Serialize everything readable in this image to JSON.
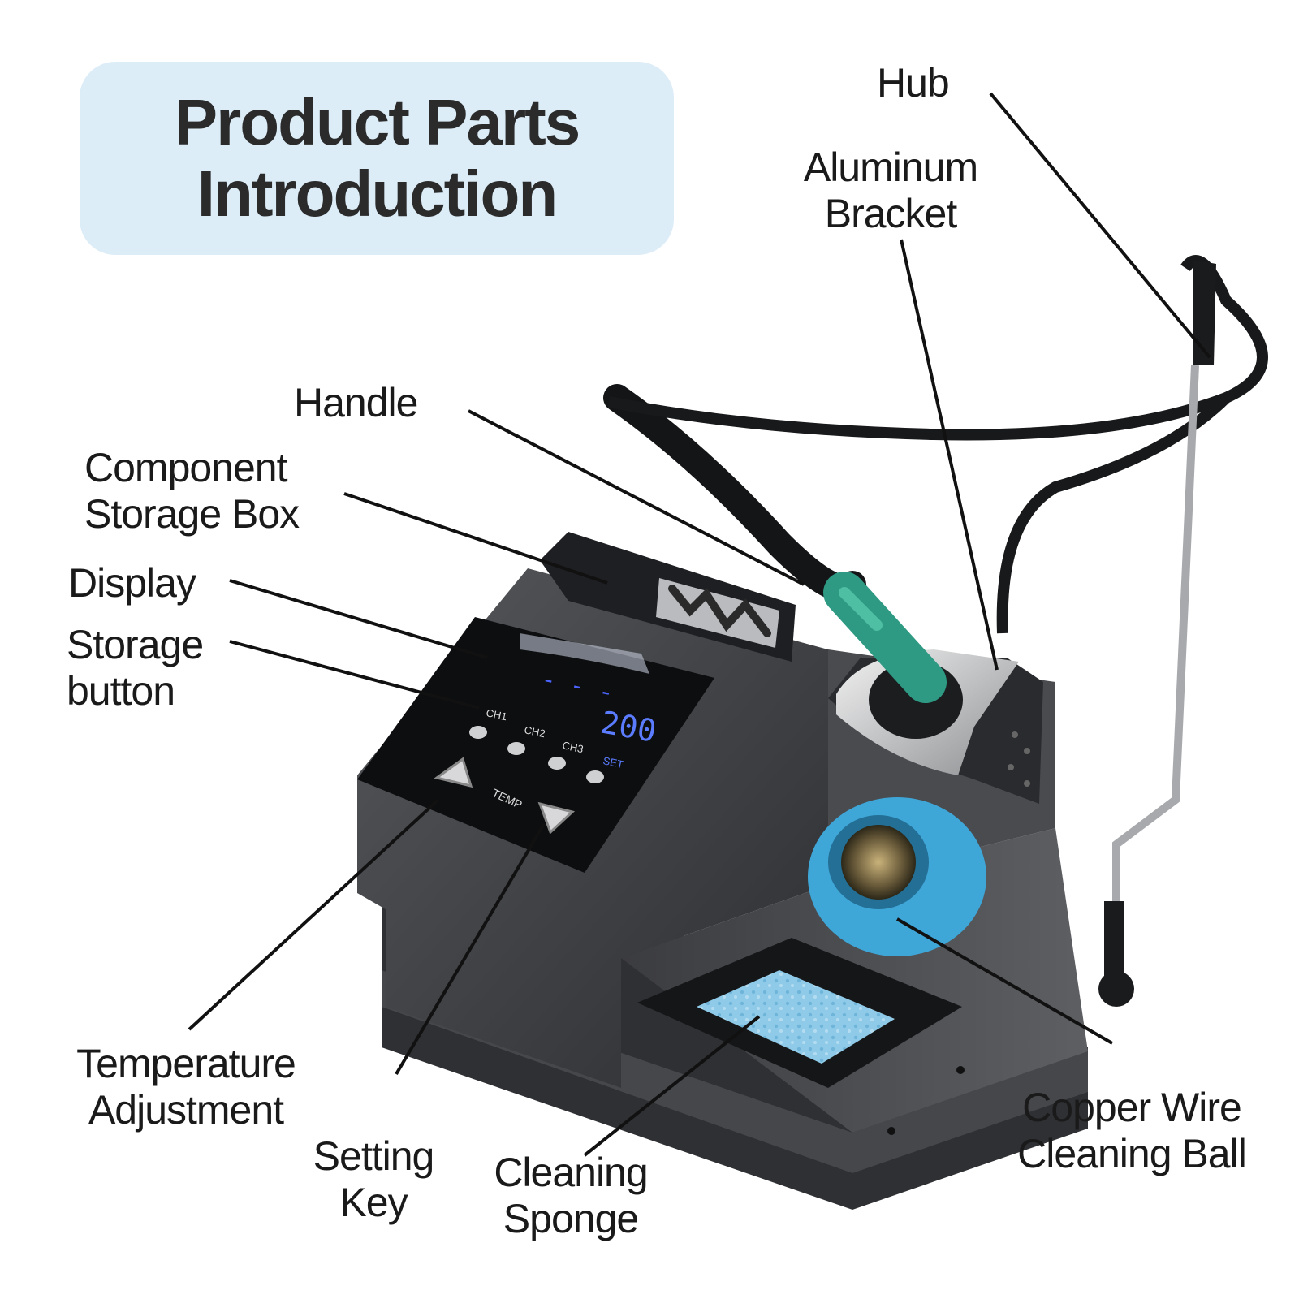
{
  "title": {
    "line1": "Product Parts",
    "line2": "Introduction"
  },
  "labels": {
    "hub": "Hub",
    "aluminum_bracket": {
      "line1": "Aluminum",
      "line2": "Bracket"
    },
    "handle": "Handle",
    "component_storage_box": {
      "line1": "Component",
      "line2": "Storage Box"
    },
    "display": "Display",
    "storage_button": {
      "line1": "Storage",
      "line2": "button"
    },
    "temperature_adjustment": {
      "line1": "Temperature",
      "line2": "Adjustment"
    },
    "setting_key": {
      "line1": "Setting",
      "line2": "Key"
    },
    "cleaning_sponge": {
      "line1": "Cleaning",
      "line2": "Sponge"
    },
    "copper_wire_cleaning_ball": {
      "line1": "Copper Wire",
      "line2": "Cleaning Ball"
    }
  },
  "panel": {
    "ch1": "CH1",
    "ch2": "CH2",
    "ch3": "CH3",
    "set": "SET",
    "temp": "TEMP",
    "readout": "200",
    "dashes": "- - -"
  },
  "colors": {
    "title_bg": "#dcedf8",
    "body_dark": "#3a3b3e",
    "grip_green": "#2f9a84",
    "sponge_blue": "#86c6e6",
    "holder_blue": "#3fa6d8",
    "readout_blue": "#5b7cff"
  }
}
